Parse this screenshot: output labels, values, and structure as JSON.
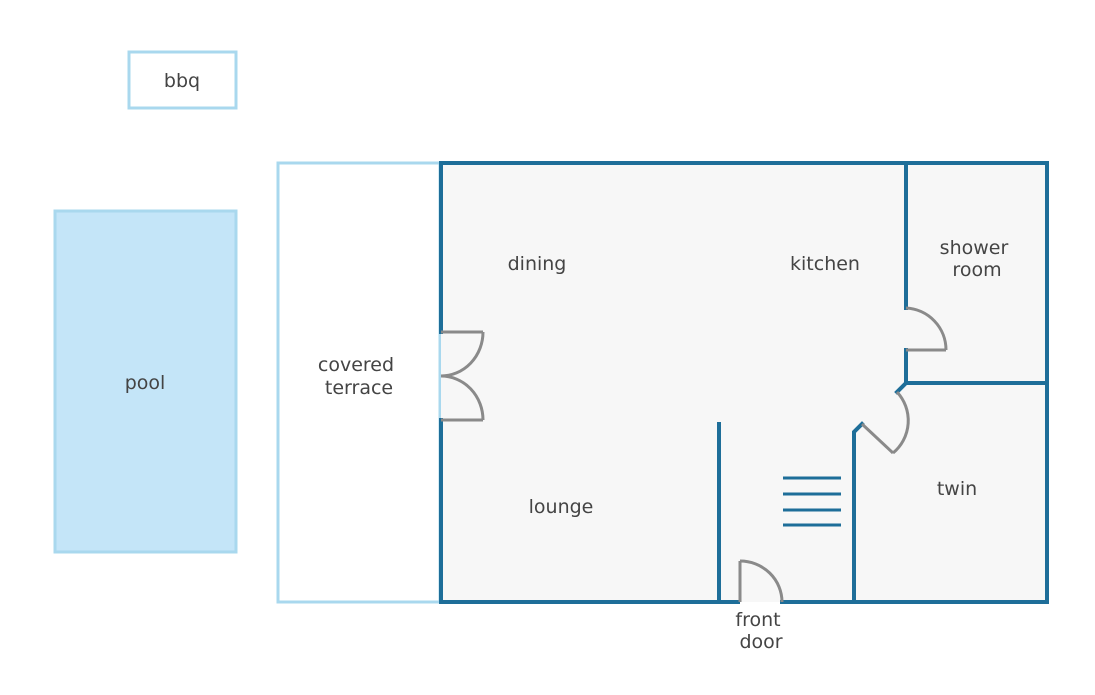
{
  "colors": {
    "wall": "#1e6e99",
    "light_outline": "#a9d8ee",
    "pool_fill": "#c4e5f8",
    "floor": "#f7f7f7",
    "door": "#8a8a8a",
    "text": "#444444"
  },
  "labels": {
    "bbq": "bbq",
    "pool": "pool",
    "covered_terrace": [
      "covered",
      "terrace"
    ],
    "dining": "dining",
    "kitchen": "kitchen",
    "shower_room": [
      "shower",
      "room"
    ],
    "lounge": "lounge",
    "twin": "twin",
    "front_door": [
      "front",
      "door"
    ]
  }
}
